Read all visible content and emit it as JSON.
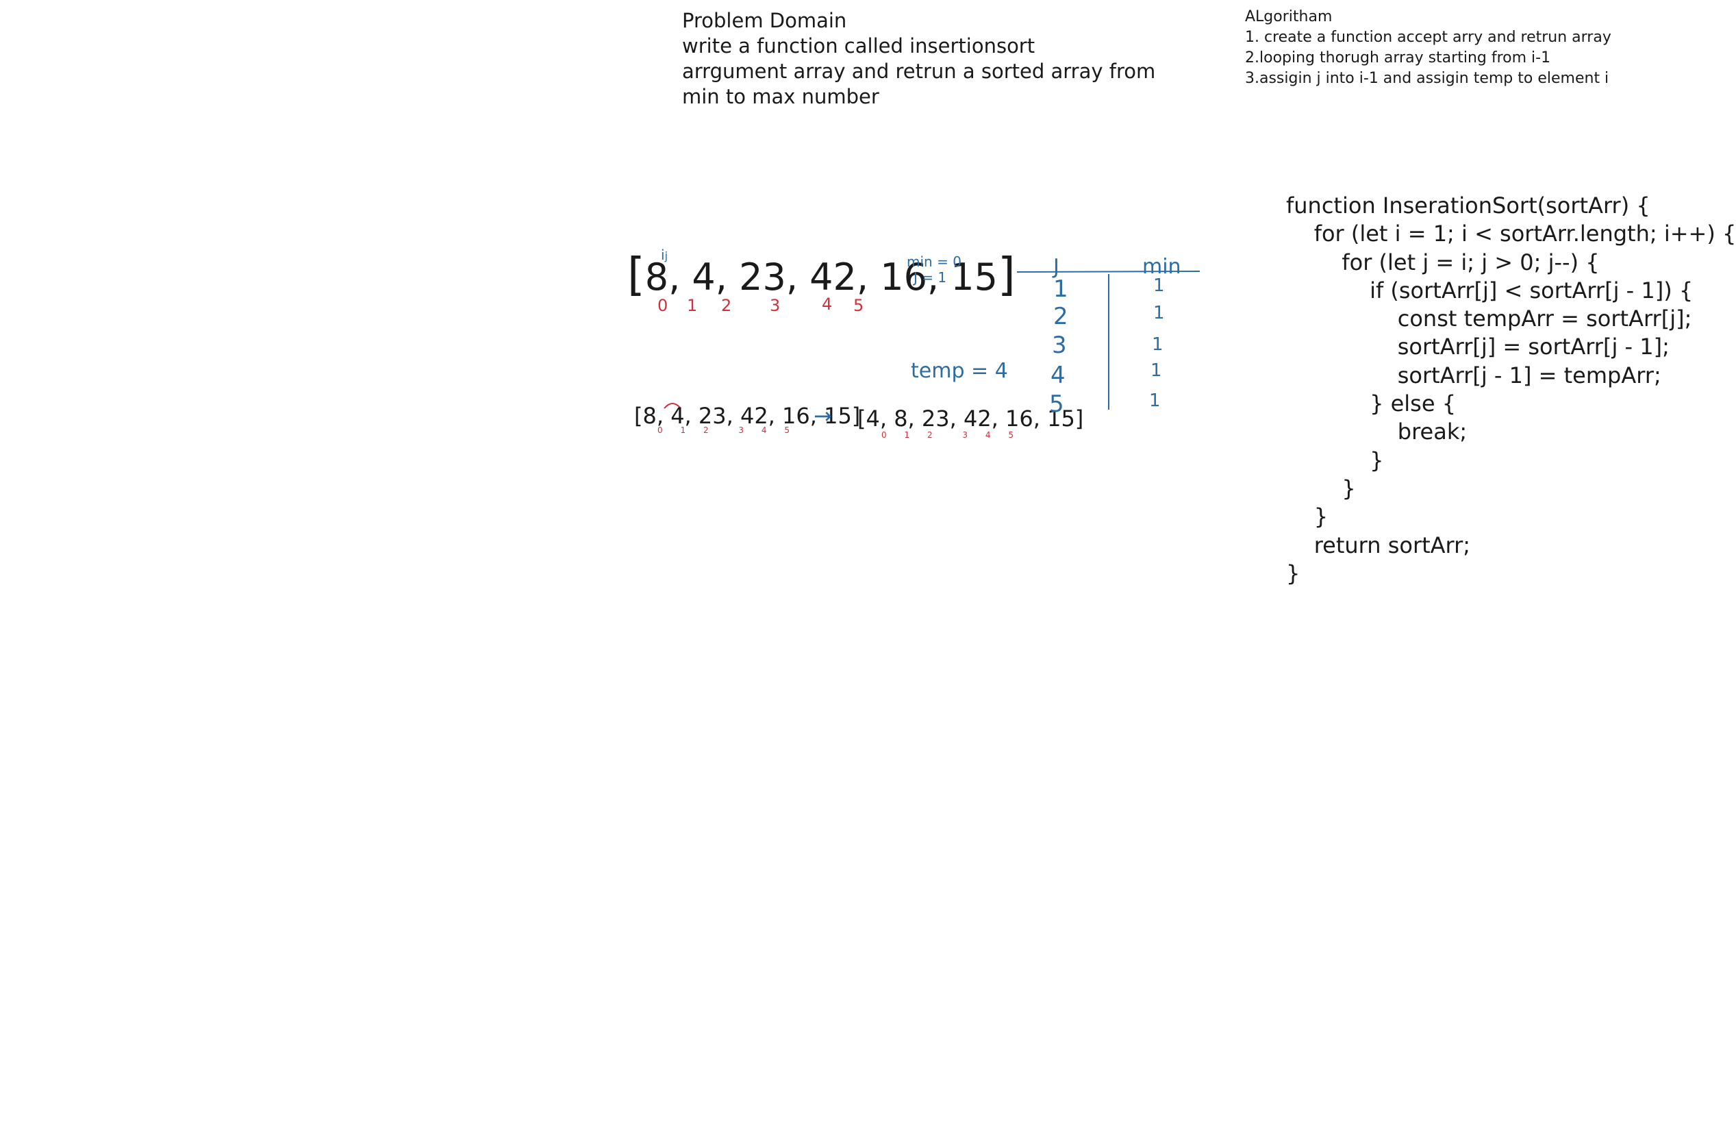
{
  "problem": {
    "title": "Problem Domain",
    "lines": [
      "write a function called insertionsort",
      "arrgument array and retrun a sorted array from",
      "min to max number"
    ]
  },
  "algorithm": {
    "title": "ALgoritham",
    "steps": [
      "1. create a function accept arry and retrun array",
      "2.looping thorugh array starting from i-1",
      "3.assigin j into i-1 and assigin temp to element i"
    ]
  },
  "array_main": {
    "open": "[",
    "content": "8, 4, 23, 42, 16, 15",
    "close": "]",
    "i_label": "i",
    "j_label": "j",
    "indices": [
      "0",
      "1",
      "2",
      "3",
      "4",
      "5"
    ],
    "note_min": "min = 0",
    "note_j": "J = 1"
  },
  "temp_note": "temp = 4",
  "array_before": {
    "text": "[8, 4, 23, 42, 16, 15]",
    "indices": [
      "0",
      "1",
      "2",
      "3",
      "4",
      "5"
    ]
  },
  "arrow": "→",
  "array_after": {
    "text": "[4, 8, 23, 42, 16, 15]",
    "indices": [
      "0",
      "1",
      "2",
      "3",
      "4",
      "5"
    ]
  },
  "table": {
    "headers": [
      "J",
      "min"
    ],
    "rows": [
      [
        "1",
        "1"
      ],
      [
        "2",
        "1"
      ],
      [
        "3",
        "1"
      ],
      [
        "4",
        "1"
      ],
      [
        "5",
        "1"
      ]
    ]
  },
  "code": [
    "function InserationSort(sortArr) {",
    "    for (let i = 1; i < sortArr.length; i++) {",
    "        for (let j = i; j > 0; j--) {",
    "            if (sortArr[j] < sortArr[j - 1]) {",
    "                const tempArr = sortArr[j];",
    "                sortArr[j] = sortArr[j - 1];",
    "                sortArr[j - 1] = tempArr;",
    "            } else {",
    "                break;",
    "            }",
    "        }",
    "    }",
    "    return sortArr;",
    "}"
  ],
  "colors": {
    "ink": "#1a1a1a",
    "blue": "#2e6da4",
    "red": "#d2303b"
  }
}
